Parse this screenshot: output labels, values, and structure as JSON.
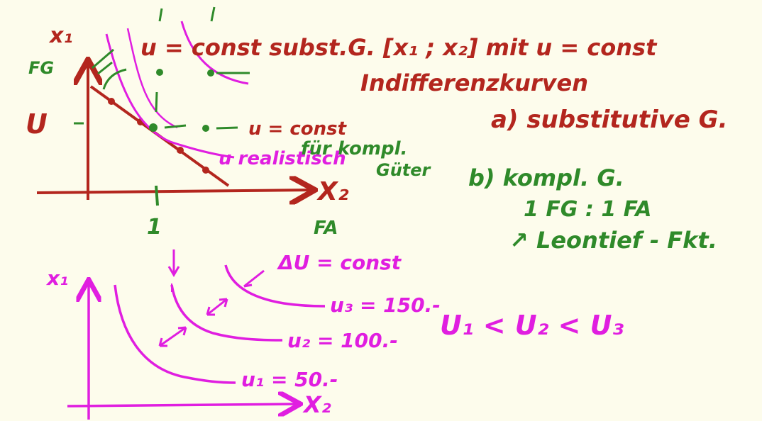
{
  "colors": {
    "background": "#fdfcec",
    "red": "#b3261e",
    "green": "#2f8a2a",
    "magenta": "#e01ee0"
  },
  "top_diagram": {
    "y_axis_label": "x₁",
    "x_axis_label": "X₂",
    "fg_label": "FG",
    "u_label": "U",
    "tick_one": "1",
    "fa_label": "FA",
    "note_u_const": "u = const",
    "note_fixed": "für kompl.",
    "note_goods": "Güter",
    "note_u_realistic": "u realistisch"
  },
  "heading": {
    "line1": "u = const  subst.G. [x₁ ; x₂] mit  u = const",
    "line2": "Indifferenzkurven",
    "item_a": "a) substitutive G.",
    "item_b": "b) kompl. G.",
    "item_b_sub1": "1 FG : 1 FA",
    "item_b_sub2": "↗ Leontief - Fkt."
  },
  "bottom_diagram": {
    "y_axis_label": "x₁",
    "x_axis_label": "X₂",
    "delta_label": "ΔU = const",
    "curve_labels": [
      "u₁ = 50.-",
      "u₂ = 100.-",
      "u₃ = 150.-"
    ],
    "inequality": "U₁ < U₂ < U₃"
  }
}
